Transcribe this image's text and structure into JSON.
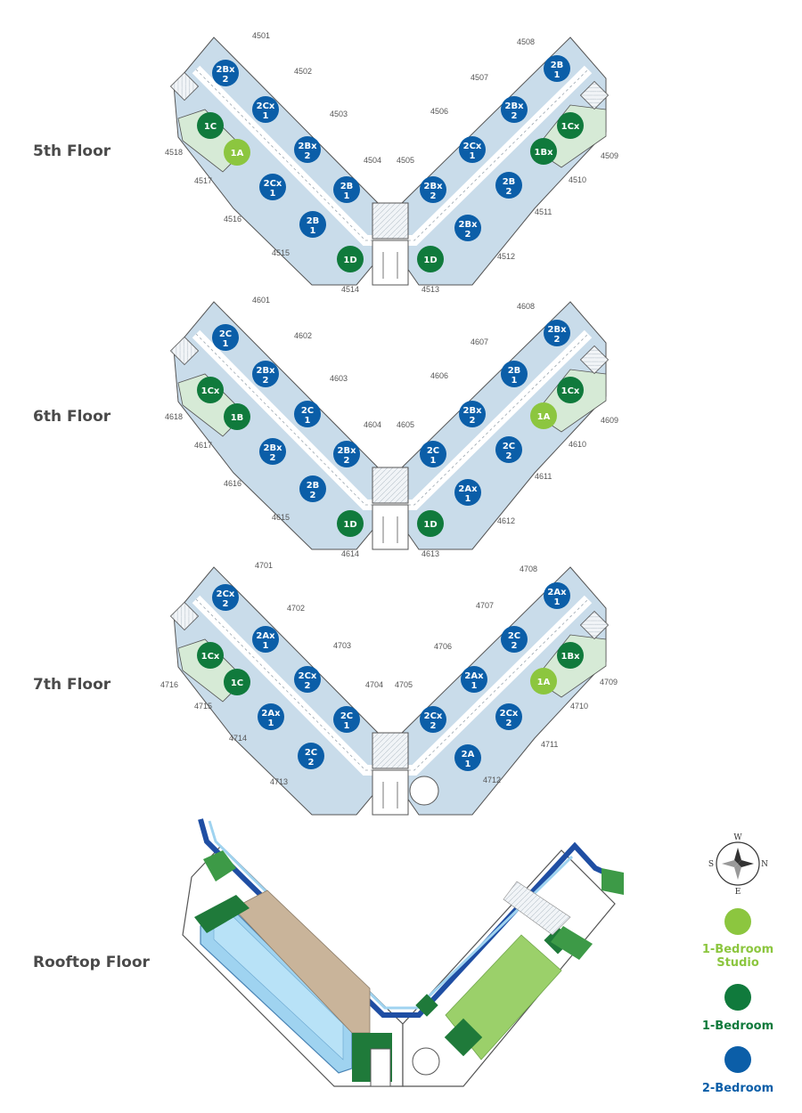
{
  "colors": {
    "studio": "#8cc63f",
    "one_bed": "#107a3c",
    "two_bed": "#0b5ea8",
    "unit_fill_two": "#c9dcea",
    "unit_fill_one": "#d6ead6",
    "corridor": "#ffffff",
    "outline": "#555555",
    "pool": "#9fd3f0",
    "deck": "#c9b49a",
    "lawn": "#9bd06a",
    "garden": "#3d9a47"
  },
  "floors": [
    {
      "id": "5",
      "title": "5th Floor",
      "units": [
        {
          "no": "4501",
          "type": "2Bx",
          "beds": "2",
          "cat": "two_bed"
        },
        {
          "no": "4502",
          "type": "2Cx",
          "beds": "1",
          "cat": "two_bed"
        },
        {
          "no": "4503",
          "type": "2Bx",
          "beds": "2",
          "cat": "two_bed"
        },
        {
          "no": "4504",
          "type": "2B",
          "beds": "1",
          "cat": "two_bed"
        },
        {
          "no": "4505",
          "type": "2Bx",
          "beds": "2",
          "cat": "two_bed"
        },
        {
          "no": "4506",
          "type": "2Cx",
          "beds": "1",
          "cat": "two_bed"
        },
        {
          "no": "4507",
          "type": "2Bx",
          "beds": "2",
          "cat": "two_bed"
        },
        {
          "no": "4508",
          "type": "2B",
          "beds": "1",
          "cat": "two_bed"
        },
        {
          "no": "4509",
          "type": "1Cx",
          "beds": "",
          "cat": "one_bed"
        },
        {
          "no": "4510",
          "type": "1Bx",
          "beds": "",
          "cat": "one_bed"
        },
        {
          "no": "4511",
          "type": "2B",
          "beds": "2",
          "cat": "two_bed"
        },
        {
          "no": "4512",
          "type": "2Bx",
          "beds": "2",
          "cat": "two_bed"
        },
        {
          "no": "4513",
          "type": "1D",
          "beds": "",
          "cat": "one_bed"
        },
        {
          "no": "4514",
          "type": "1D",
          "beds": "",
          "cat": "one_bed"
        },
        {
          "no": "4515",
          "type": "2B",
          "beds": "1",
          "cat": "two_bed"
        },
        {
          "no": "4516",
          "type": "2Cx",
          "beds": "1",
          "cat": "two_bed"
        },
        {
          "no": "4517",
          "type": "1A",
          "beds": "",
          "cat": "studio"
        },
        {
          "no": "4518",
          "type": "1C",
          "beds": "",
          "cat": "one_bed"
        }
      ]
    },
    {
      "id": "6",
      "title": "6th Floor",
      "units": [
        {
          "no": "4601",
          "type": "2C",
          "beds": "1",
          "cat": "two_bed"
        },
        {
          "no": "4602",
          "type": "2Bx",
          "beds": "2",
          "cat": "two_bed"
        },
        {
          "no": "4603",
          "type": "2C",
          "beds": "1",
          "cat": "two_bed"
        },
        {
          "no": "4604",
          "type": "2Bx",
          "beds": "2",
          "cat": "two_bed"
        },
        {
          "no": "4605",
          "type": "2C",
          "beds": "1",
          "cat": "two_bed"
        },
        {
          "no": "4606",
          "type": "2Bx",
          "beds": "2",
          "cat": "two_bed"
        },
        {
          "no": "4607",
          "type": "2B",
          "beds": "1",
          "cat": "two_bed"
        },
        {
          "no": "4608",
          "type": "2Bx",
          "beds": "2",
          "cat": "two_bed"
        },
        {
          "no": "4609",
          "type": "1Cx",
          "beds": "",
          "cat": "one_bed"
        },
        {
          "no": "4610",
          "type": "1A",
          "beds": "",
          "cat": "studio"
        },
        {
          "no": "4611",
          "type": "2C",
          "beds": "2",
          "cat": "two_bed"
        },
        {
          "no": "4612",
          "type": "2Ax",
          "beds": "1",
          "cat": "two_bed"
        },
        {
          "no": "4613",
          "type": "1D",
          "beds": "",
          "cat": "one_bed"
        },
        {
          "no": "4614",
          "type": "1D",
          "beds": "",
          "cat": "one_bed"
        },
        {
          "no": "4615",
          "type": "2B",
          "beds": "2",
          "cat": "two_bed"
        },
        {
          "no": "4616",
          "type": "2Bx",
          "beds": "2",
          "cat": "two_bed"
        },
        {
          "no": "4617",
          "type": "1B",
          "beds": "",
          "cat": "one_bed"
        },
        {
          "no": "4618",
          "type": "1Cx",
          "beds": "",
          "cat": "one_bed"
        }
      ]
    },
    {
      "id": "7",
      "title": "7th Floor",
      "units": [
        {
          "no": "4701",
          "type": "2Cx",
          "beds": "2",
          "cat": "two_bed"
        },
        {
          "no": "4702",
          "type": "2Ax",
          "beds": "1",
          "cat": "two_bed"
        },
        {
          "no": "4703",
          "type": "2Cx",
          "beds": "2",
          "cat": "two_bed"
        },
        {
          "no": "4704",
          "type": "2C",
          "beds": "1",
          "cat": "two_bed"
        },
        {
          "no": "4705",
          "type": "2Cx",
          "beds": "2",
          "cat": "two_bed"
        },
        {
          "no": "4706",
          "type": "2Ax",
          "beds": "1",
          "cat": "two_bed"
        },
        {
          "no": "4707",
          "type": "2C",
          "beds": "2",
          "cat": "two_bed"
        },
        {
          "no": "4708",
          "type": "2Ax",
          "beds": "1",
          "cat": "two_bed"
        },
        {
          "no": "4709",
          "type": "1Bx",
          "beds": "",
          "cat": "one_bed"
        },
        {
          "no": "4710",
          "type": "1A",
          "beds": "",
          "cat": "studio"
        },
        {
          "no": "4711",
          "type": "2Cx",
          "beds": "2",
          "cat": "two_bed"
        },
        {
          "no": "4712",
          "type": "2A",
          "beds": "1",
          "cat": "two_bed"
        },
        {
          "no": "4713",
          "type": "2C",
          "beds": "2",
          "cat": "two_bed"
        },
        {
          "no": "4714",
          "type": "2Ax",
          "beds": "1",
          "cat": "two_bed"
        },
        {
          "no": "4715",
          "type": "1C",
          "beds": "",
          "cat": "one_bed"
        },
        {
          "no": "4716",
          "type": "1Cx",
          "beds": "",
          "cat": "one_bed"
        }
      ]
    }
  ],
  "rooftop": {
    "title": "Rooftop Floor"
  },
  "compass": {
    "n": "N",
    "s": "S",
    "e": "E",
    "w": "W"
  },
  "legend": [
    {
      "cat": "studio",
      "line1": "1-Bedroom",
      "line2": "Studio"
    },
    {
      "cat": "one_bed",
      "line1": "1-Bedroom",
      "line2": ""
    },
    {
      "cat": "two_bed",
      "line1": "2-Bedroom",
      "line2": ""
    }
  ]
}
